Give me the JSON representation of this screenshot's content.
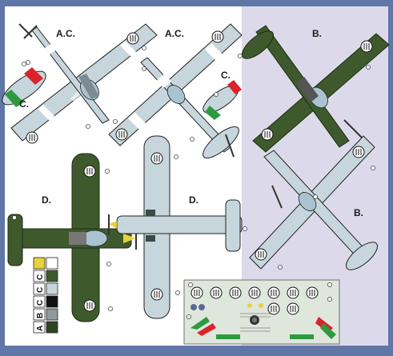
{
  "scheme_labels": {
    "top_left": "A.C.",
    "top_mid": "A.C.",
    "top_right": "B.",
    "tail_left": "C.",
    "tail_mid": "C.",
    "mid_left": "D.",
    "mid_center": "D.",
    "mid_right": "B."
  },
  "legend": {
    "letters": [
      "A",
      "B",
      "C",
      "C",
      "C"
    ]
  },
  "colors": {
    "frame": "#5f76a6",
    "panel_left": "#ffffff",
    "panel_right": "#dcdaea",
    "light_grey_blue": "#c6d6dc",
    "olive_green": "#3e5a2c",
    "dark_olive": "#2f4522",
    "italian_green": "#2e9a3f",
    "italian_red": "#d8242a",
    "yellow": "#e8d23a",
    "decal_sheet": "#dfe6dc"
  }
}
